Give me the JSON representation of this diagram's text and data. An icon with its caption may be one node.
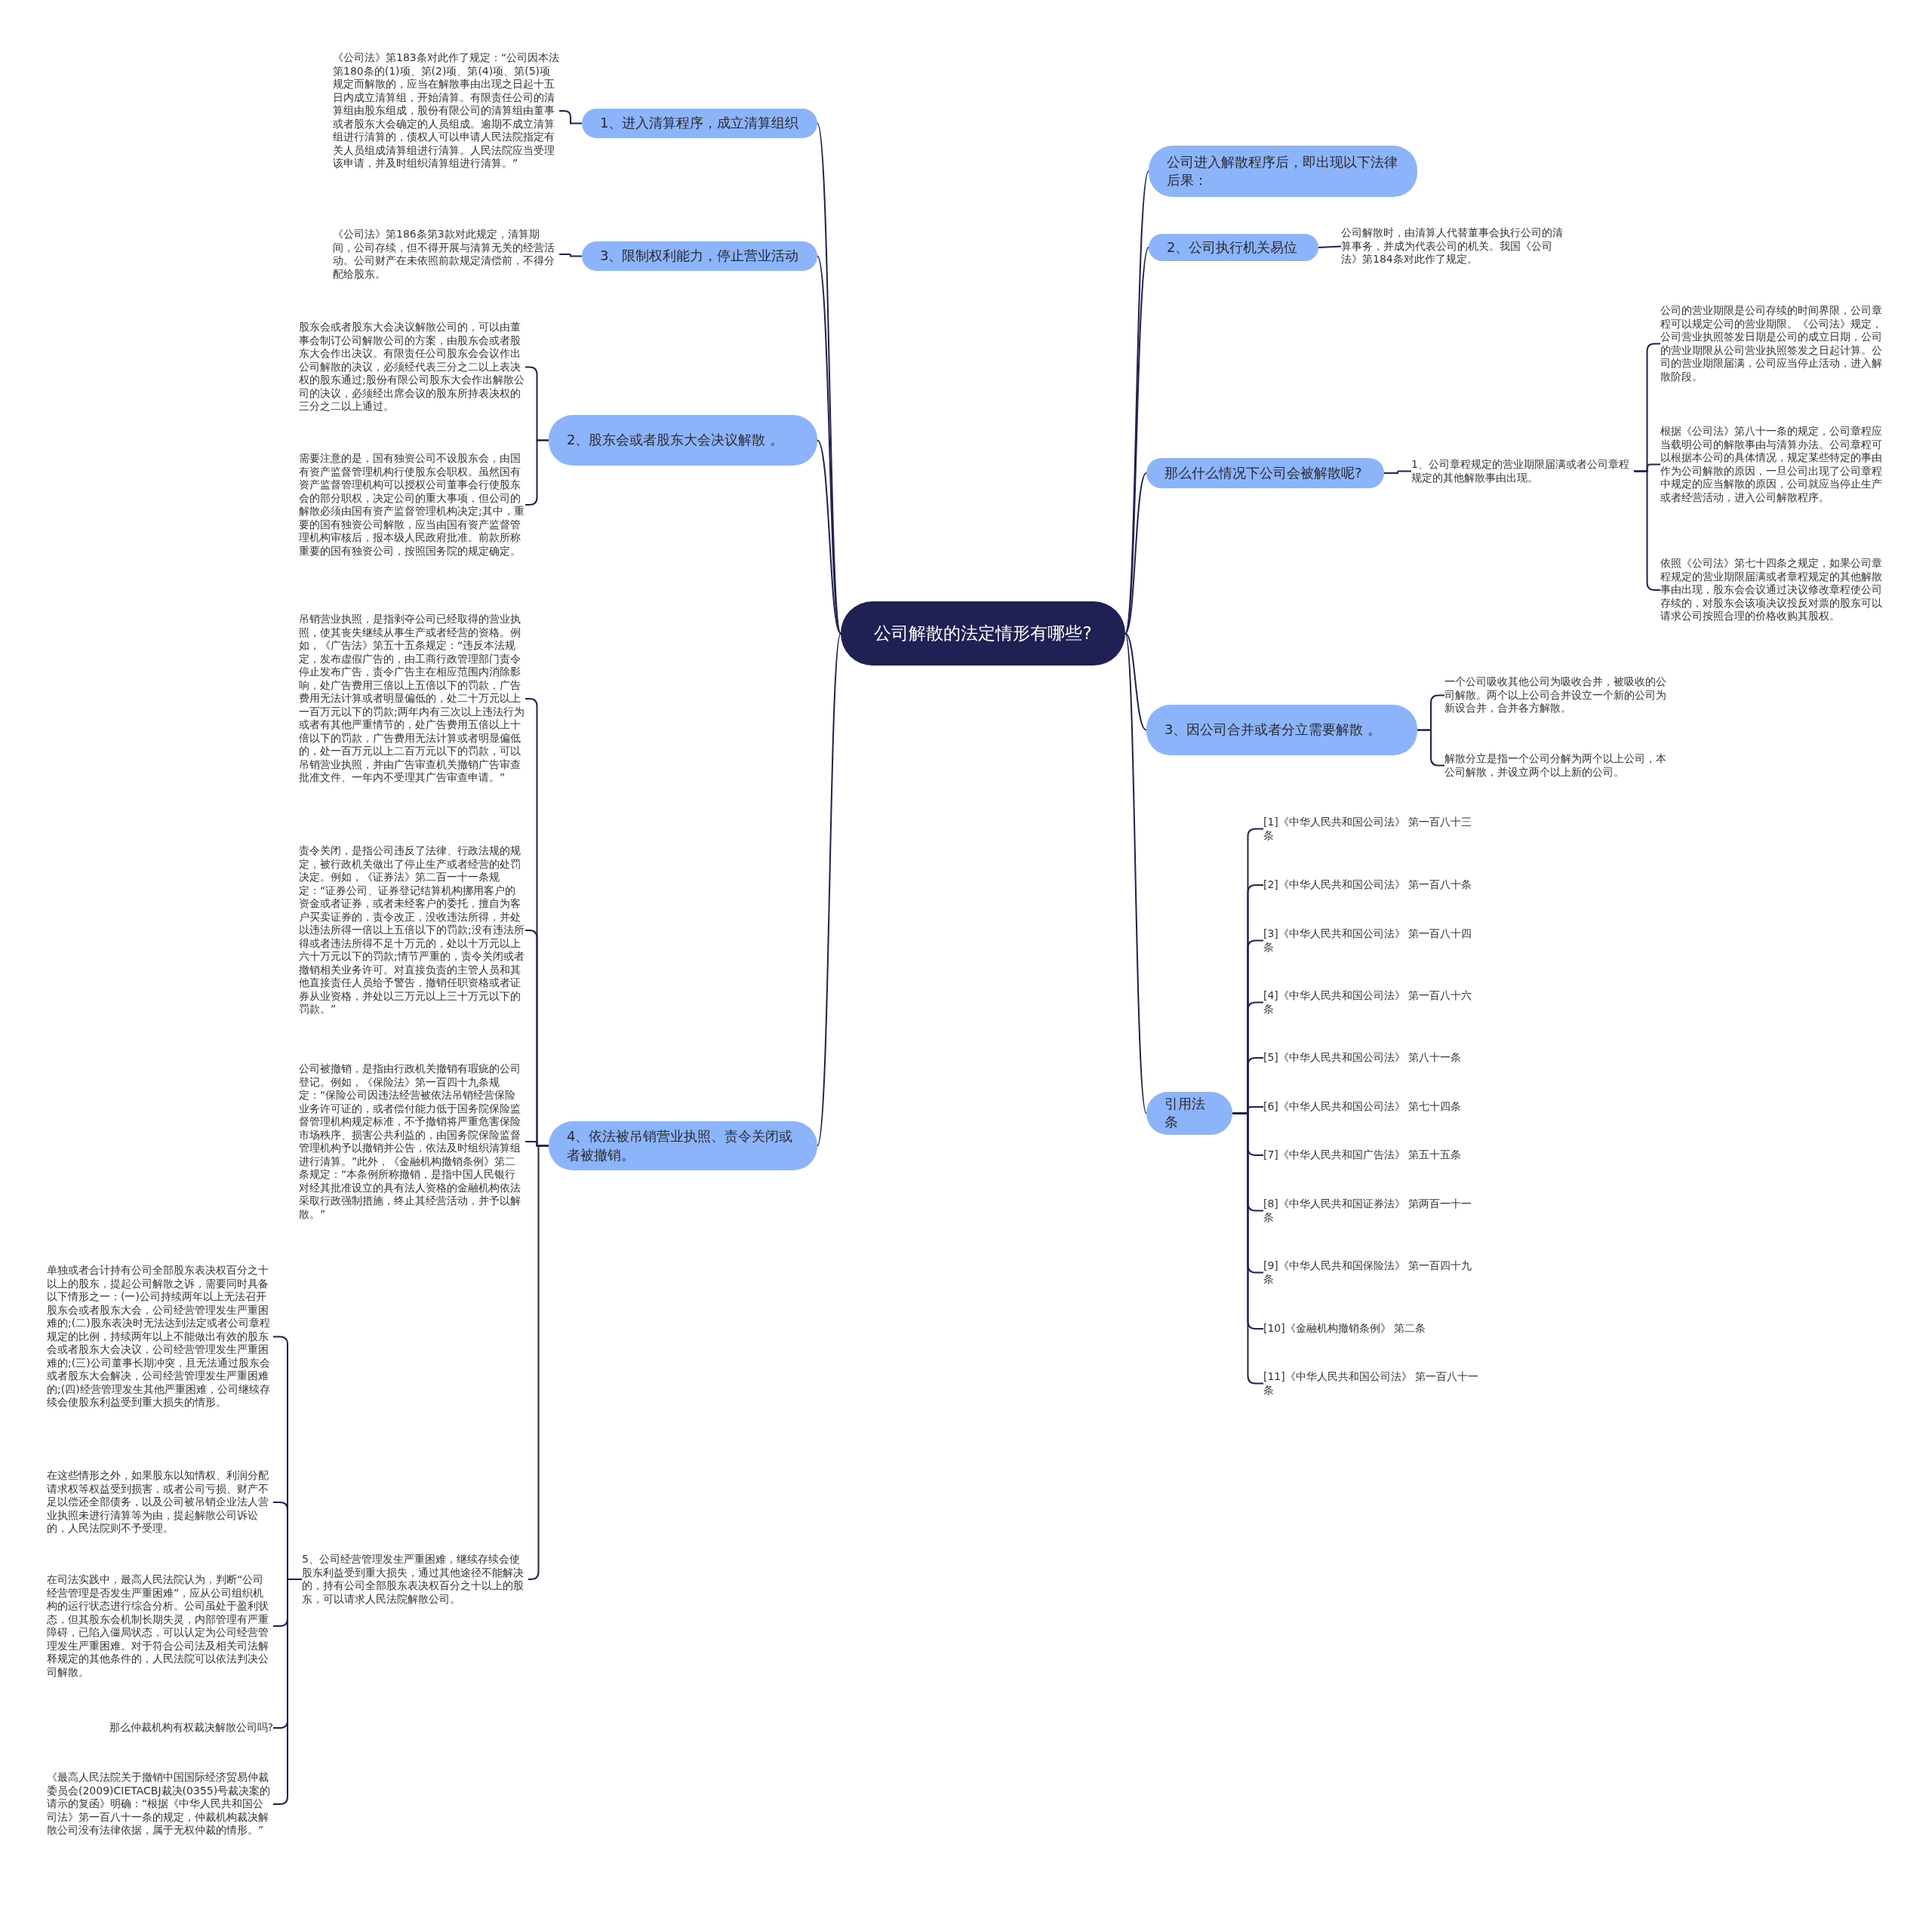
{
  "diagram": {
    "nodes": [
      {
        "text": [
          "公司解散的法定情形有哪些?"
        ]
      },
      {
        "text": [
          "1、进入清算程序，成立清算组织"
        ]
      },
      {
        "text": [
          "《公司法》第183条对此作了规定：“公司因本法第180条的(1)项、第(2)项、第(4)项、第(5)项规定而解散的，应当在解散事由出现之日起十五日内成立清算组，开始清算。有限责任公司的清算组由股东组成，股份有限公司的清算组由董事或者股东大会确定的人员组成。逾期不成立清算组进行清算的，债权人可以申请人民法院指定有关人员组成清算组进行清算。人民法院应当受理该申请，并及时组织清算组进行清算。”"
        ]
      },
      {
        "text": [
          "3、限制权利能力，停止营业活动"
        ]
      },
      {
        "text": [
          "《公司法》第186条第3款对此规定，清算期间，公司存续，但不得开展与清算无关的经营活动。公司财产在未依照前款规定清偿前，不得分配给股东。"
        ]
      },
      {
        "text": [
          "2、股东会或者股东大会决议解散 。"
        ]
      },
      {
        "text": [
          "股东会或者股东大会决议解散公司的，可以由董事会制订公司解散公司的方案，由股东会或者股东大会作出决议。有限责任公司股东会会议作出公司解散的决议，必须经代表三分之二以上表决权的股东通过;股份有限公司股东大会作出解散公司的决议，必须经出席会议的股东所持表决权的三分之二以上通过。"
        ]
      },
      {
        "text": [
          "需要注意的是，国有独资公司不设股东会，由国有资产监督管理机构行使股东会职权。虽然国有资产监督管理机构可以授权公司董事会行使股东会的部分职权，决定公司的重大事项，但公司的解散必须由国有资产监督管理机构决定;其中，重要的国有独资公司解散，应当由国有资产监督管理机构审核后，报本级人民政府批准。前款所称重要的国有独资公司，按照国务院的规定确定。"
        ]
      },
      {
        "text": [
          "4、依法被吊销营业执照、责令关闭或者被撤销。"
        ]
      },
      {
        "text": [
          "吊销营业执照，是指剥夺公司已经取得的营业执照，使其丧失继续从事生产或者经营的资格。例如，《广告法》第五十五条规定：“违反本法规定，发布虚假广告的，由工商行政管理部门责令停止发布广告，责令广告主在相应范围内消除影响，处广告费用三倍以上五倍以下的罚款，广告费用无法计算或者明显偏低的，处二十万元以上一百万元以下的罚款;两年内有三次以上违法行为或者有其他严重情节的，处广告费用五倍以上十倍以下的罚款，广告费用无法计算或者明显偏低的，处一百万元以上二百万元以下的罚款，可以吊销营业执照，并由广告审查机关撤销广告审查批准文件、一年内不受理其广告审查申请。”"
        ]
      },
      {
        "text": [
          "责令关闭，是指公司违反了法律、行政法规的规定，被行政机关做出了停止生产或者经营的处罚决定。例如，《证券法》第二百一十一条规定：“证券公司、证券登记结算机构挪用客户的资金或者证券，或者未经客户的委托，擅自为客户买卖证券的，责令改正，没收违法所得，并处以违法所得一倍以上五倍以下的罚款;没有违法所得或者违法所得不足十万元的，处以十万元以上六十万元以下的罚款;情节严重的，责令关闭或者撤销相关业务许可。对直接负责的主管人员和其他直接责任人员给予警告，撤销任职资格或者证券从业资格，并处以三万元以上三十万元以下的罚款。”"
        ]
      },
      {
        "text": [
          "公司被撤销，是指由行政机关撤销有瑕疵的公司登记。例如，《保险法》第一百四十九条规定：“保险公司因违法经营被依法吊销经营保险业务许可证的，或者偿付能力低于国务院保险监督管理机构规定标准，不予撤销将严重危害保险市场秩序、损害公共利益的，由国务院保险监督管理机构予以撤销并公告，依法及时组织清算组进行清算。”此外，《金融机构撤销条例》第二条规定：“本条例所称撤销，是指中国人民银行对经其批准设立的具有法人资格的金融机构依法采取行政强制措施，终止其经营活动，并予以解散。”"
        ]
      },
      {
        "text": [
          "5、公司经营管理发生严重困难，继续存续会使股东利益受到重大损失，通过其他途径不能解决的，持有公司全部股东表决权百分之十以上的股东，可以请求人民法院解散公司。"
        ]
      },
      {
        "text": [
          "单独或者合计持有公司全部股东表决权百分之十以上的股东，提起公司解散之诉，需要同时具备以下情形之一：(一)公司持续两年以上无法召开股东会或者股东大会，公司经营管理发生严重困难的;(二)股东表决时无法达到法定或者公司章程规定的比例，持续两年以上不能做出有效的股东会或者股东大会决议，公司经营管理发生严重困难的;(三)公司董事长期冲突，且无法通过股东会或者股东大会解决，公司经营管理发生严重困难的;(四)经营管理发生其他严重困难，公司继续存续会使股东利益受到重大损失的情形。"
        ]
      },
      {
        "text": [
          "在这些情形之外，如果股东以知情权、利润分配请求权等权益受到损害，或者公司亏损、财产不足以偿还全部债务，以及公司被吊销企业法人营业执照未进行清算等为由，提起解散公司诉讼的，人民法院则不予受理。"
        ]
      },
      {
        "text": [
          "在司法实践中，最高人民法院认为，判断“公司经营管理是否发生严重困难”，应从公司组织机构的运行状态进行综合分析。公司虽处于盈利状态，但其股东会机制长期失灵，内部管理有严重障碍，已陷入僵局状态，可以认定为公司经营管理发生严重困难。对于符合公司法及相关司法解释规定的其他条件的，人民法院可以依法判决公司解散。"
        ]
      },
      {
        "text": [
          "那么仲裁机构有权裁决解散公司吗?"
        ]
      },
      {
        "text": [
          "《最高人民法院关于撤销中国国际经济贸易仲裁委员会(2009)CIETACBJ裁决(0355)号裁决案的请示的复函》明确：“根据《中华人民共和国公司法》第一百八十一条的规定，仲裁机构裁决解散公司没有法律依据，属于无权仲裁的情形。”"
        ]
      },
      {
        "text": [
          "公司进入解散程序后，即出现以下法律后果："
        ]
      },
      {
        "text": [
          "2、公司执行机关易位"
        ]
      },
      {
        "text": [
          "公司解散时，由清算人代替董事会执行公司的清算事务，并成为代表公司的机关。我国《公司法》第184条对此作了规定。"
        ]
      },
      {
        "text": [
          "那么什么情况下公司会被解散呢?"
        ]
      },
      {
        "text": [
          "1、公司章程规定的营业期限届满或者公司章程规定的其他解散事由出现。"
        ]
      },
      {
        "text": [
          "公司的营业期限是公司存续的时间界限，公司章程可以规定公司的营业期限。《公司法》规定，公司营业执照签发日期是公司的成立日期，公司的营业期限从公司营业执照签发之日起计算。公司的营业期限届满，公司应当停止活动，进入解散阶段。"
        ]
      },
      {
        "text": [
          "根据《公司法》第八十一条的规定，公司章程应当载明公司的解散事由与清算办法。公司章程可以根据本公司的具体情况，规定某些特定的事由作为公司解散的原因，一旦公司出现了公司章程中规定的应当解散的原因，公司就应当停止生产或者经营活动，进入公司解散程序。"
        ]
      },
      {
        "text": [
          "依照《公司法》第七十四条之规定，如果公司章程规定的营业期限届满或者章程规定的其他解散事由出现，股东会会议通过决议修改章程使公司存续的，对股东会该项决议投反对票的股东可以请求公司按照合理的价格收购其股权。"
        ]
      },
      {
        "text": [
          "3、因公司合并或者分立需要解散 。"
        ]
      },
      {
        "text": [
          "一个公司吸收其他公司为吸收合并，被吸收的公司解散。两个以上公司合并设立一个新的公司为新设合并，合并各方解散。"
        ]
      },
      {
        "text": [
          "解散分立是指一个公司分解为两个以上公司，本公司解散，并设立两个以上新的公司。"
        ]
      },
      {
        "text": [
          "引用法条"
        ]
      },
      {
        "text": [
          "[1]《中华人民共和国公司法》 第一百八十三条"
        ]
      },
      {
        "text": [
          "[2]《中华人民共和国公司法》 第一百八十条"
        ]
      },
      {
        "text": [
          "[3]《中华人民共和国公司法》 第一百八十四条"
        ]
      },
      {
        "text": [
          "[4]《中华人民共和国公司法》 第一百八十六条"
        ]
      },
      {
        "text": [
          "[5]《中华人民共和国公司法》 第八十一条"
        ]
      },
      {
        "text": [
          "[6]《中华人民共和国公司法》 第七十四条"
        ]
      },
      {
        "text": [
          "[7]《中华人民共和国广告法》 第五十五条"
        ]
      },
      {
        "text": [
          "[8]《中华人民共和国证券法》 第两百一十一条"
        ]
      },
      {
        "text": [
          "[9]《中华人民共和国保险法》 第一百四十九条"
        ]
      },
      {
        "text": [
          "[10]《金融机构撤销条例》 第二条"
        ]
      },
      {
        "text": [
          "[11]《中华人民共和国公司法》 第一百八十一条"
        ]
      }
    ],
    "edges": [
      {
        "from": 0,
        "to": 1,
        "arrow": "none"
      },
      {
        "from": 1,
        "to": 2,
        "arrow": "none"
      },
      {
        "from": 0,
        "to": 3,
        "arrow": "none"
      },
      {
        "from": 3,
        "to": 4,
        "arrow": "none"
      },
      {
        "from": 0,
        "to": 5,
        "arrow": "none"
      },
      {
        "from": 5,
        "to": 6,
        "arrow": "none"
      },
      {
        "from": 5,
        "to": 7,
        "arrow": "none"
      },
      {
        "from": 0,
        "to": 8,
        "arrow": "none"
      },
      {
        "from": 8,
        "to": 9,
        "arrow": "none"
      },
      {
        "from": 8,
        "to": 10,
        "arrow": "none"
      },
      {
        "from": 8,
        "to": 11,
        "arrow": "none"
      },
      {
        "from": 8,
        "to": 12,
        "arrow": "none"
      },
      {
        "from": 12,
        "to": 13,
        "arrow": "none"
      },
      {
        "from": 12,
        "to": 14,
        "arrow": "none"
      },
      {
        "from": 12,
        "to": 15,
        "arrow": "none"
      },
      {
        "from": 12,
        "to": 16,
        "arrow": "none"
      },
      {
        "from": 12,
        "to": 17,
        "arrow": "none"
      },
      {
        "from": 0,
        "to": 18,
        "arrow": "none"
      },
      {
        "from": 0,
        "to": 19,
        "arrow": "none"
      },
      {
        "from": 19,
        "to": 20,
        "arrow": "none"
      },
      {
        "from": 0,
        "to": 21,
        "arrow": "none"
      },
      {
        "from": 21,
        "to": 22,
        "arrow": "none"
      },
      {
        "from": 22,
        "to": 23,
        "arrow": "none"
      },
      {
        "from": 22,
        "to": 24,
        "arrow": "none"
      },
      {
        "from": 22,
        "to": 25,
        "arrow": "none"
      },
      {
        "from": 0,
        "to": 26,
        "arrow": "none"
      },
      {
        "from": 26,
        "to": 27,
        "arrow": "none"
      },
      {
        "from": 26,
        "to": 28,
        "arrow": "none"
      },
      {
        "from": 0,
        "to": 29,
        "arrow": "none"
      },
      {
        "from": 29,
        "to": 30,
        "arrow": "none"
      },
      {
        "from": 29,
        "to": 31,
        "arrow": "none"
      },
      {
        "from": 29,
        "to": 32,
        "arrow": "none"
      },
      {
        "from": 29,
        "to": 33,
        "arrow": "none"
      },
      {
        "from": 29,
        "to": 34,
        "arrow": "none"
      },
      {
        "from": 29,
        "to": 35,
        "arrow": "none"
      },
      {
        "from": 29,
        "to": 36,
        "arrow": "none"
      },
      {
        "from": 29,
        "to": 37,
        "arrow": "none"
      },
      {
        "from": 29,
        "to": 38,
        "arrow": "none"
      },
      {
        "from": 29,
        "to": 39,
        "arrow": "none"
      },
      {
        "from": 29,
        "to": 40,
        "arrow": "none"
      }
    ]
  }
}
